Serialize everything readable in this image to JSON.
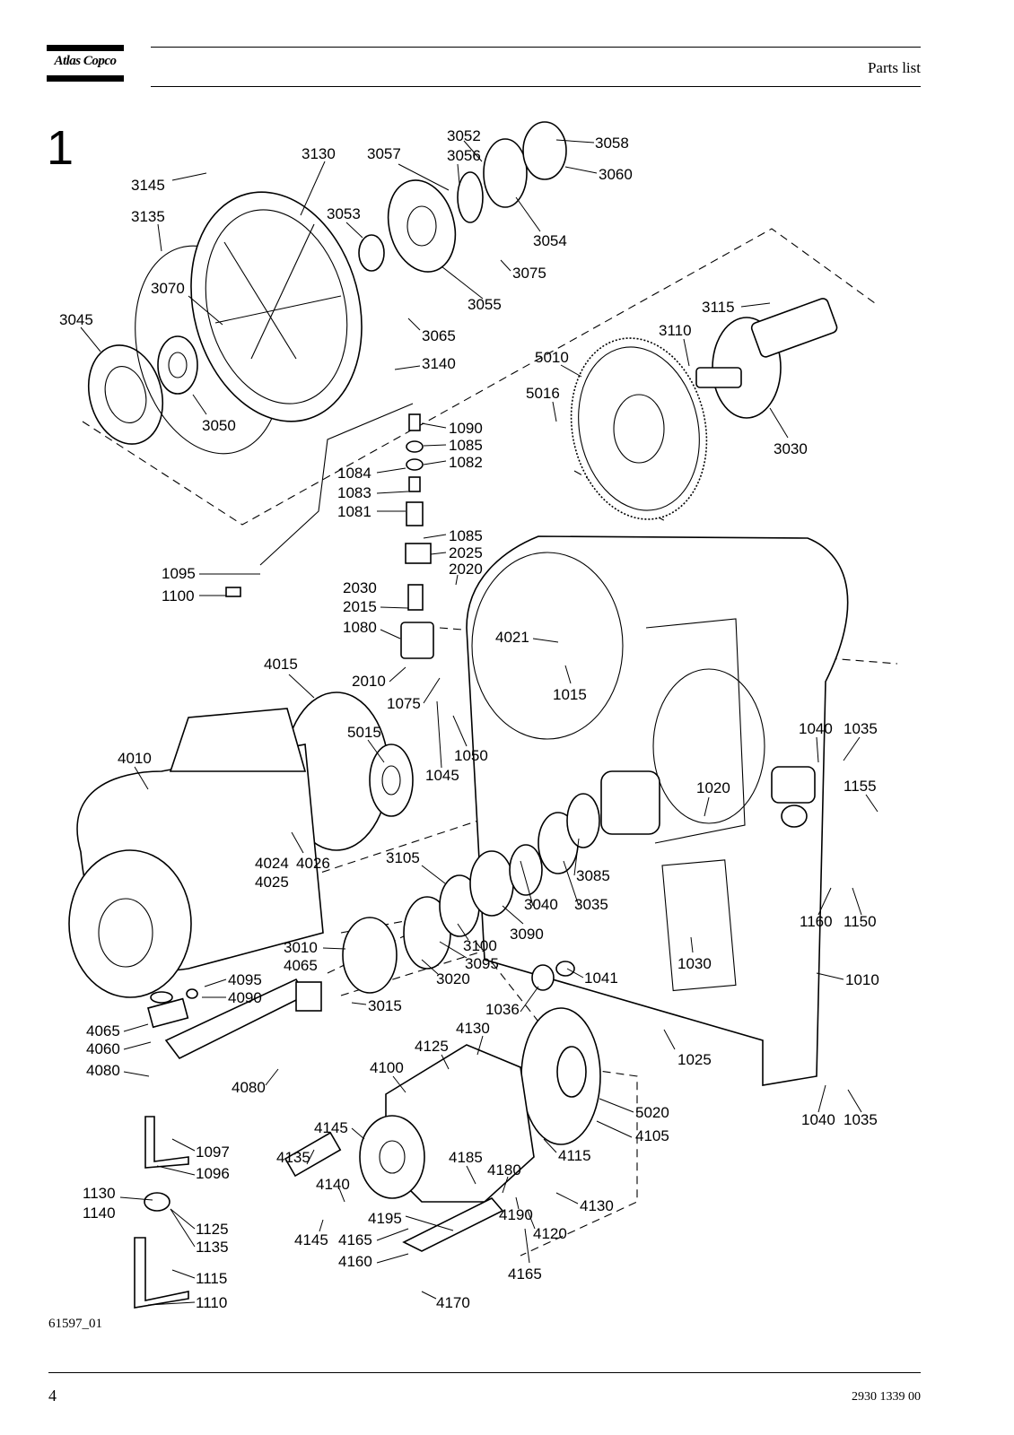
{
  "header": {
    "brand": "Atlas Copco",
    "section_title": "Parts list"
  },
  "chapter_number": "1",
  "drawing_id": "61597_01",
  "footer": {
    "page_number": "4",
    "doc_number": "2930 1339 00"
  },
  "callouts": [
    "3145",
    "3130",
    "3057",
    "3052",
    "3056",
    "3058",
    "3060",
    "3135",
    "3053",
    "3054",
    "3075",
    "3055",
    "3070",
    "3045",
    "3065",
    "3140",
    "3050",
    "3115",
    "3110",
    "5010",
    "5016",
    "3030",
    "1090",
    "1085",
    "1082",
    "1084",
    "1083",
    "1081",
    "1085",
    "2025",
    "2020",
    "1095",
    "1100",
    "2030",
    "2015",
    "1080",
    "2010",
    "1075",
    "4021",
    "1015",
    "4015",
    "5015",
    "1050",
    "1045",
    "4010",
    "4024",
    "4025",
    "4026",
    "1040",
    "1035",
    "1020",
    "1155",
    "3105",
    "3040",
    "3035",
    "3085",
    "3090",
    "3010",
    "4065",
    "3100",
    "3095",
    "3020",
    "1160",
    "1150",
    "1030",
    "1041",
    "1036",
    "1010",
    "4095",
    "4090",
    "3015",
    "4065",
    "4060",
    "4080",
    "4080",
    "1025",
    "4130",
    "4125",
    "4100",
    "5020",
    "4105",
    "1040",
    "1035",
    "4145",
    "4135",
    "4185",
    "4180",
    "4115",
    "4140",
    "4130",
    "4195",
    "4190",
    "4120",
    "4145",
    "4165",
    "4160",
    "4165",
    "4170",
    "1097",
    "1096",
    "1130",
    "1140",
    "1125",
    "1135",
    "1115",
    "1110"
  ]
}
